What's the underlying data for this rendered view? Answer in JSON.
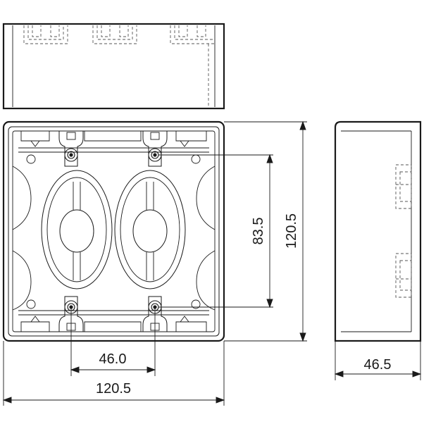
{
  "drawing": {
    "dimensions": {
      "width_front": "120.5",
      "height_front": "120.5",
      "screw_vertical": "83.5",
      "screw_horizontal": "46.0",
      "depth_side": "46.5"
    },
    "stroke_color": "#1a1a1a",
    "hidden_line_color": "#555555"
  }
}
